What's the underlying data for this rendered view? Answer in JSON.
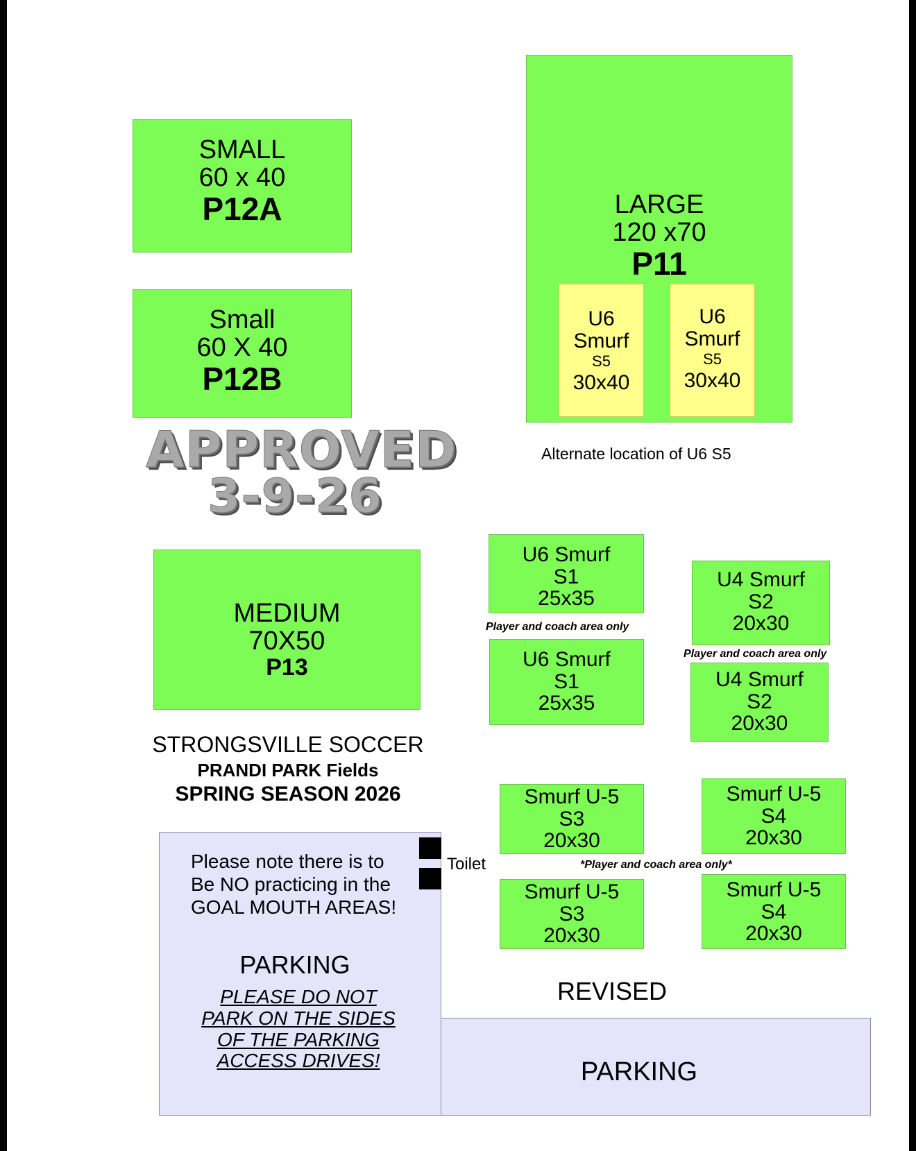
{
  "fields": {
    "p12a": {
      "size_name": "SMALL",
      "dimensions": "60 x 40",
      "code": "P12A"
    },
    "p12b": {
      "size_name": "Small",
      "dimensions": "60 X 40",
      "code": "P12B"
    },
    "p11": {
      "size_name": "LARGE",
      "dimensions": "120 x70",
      "code": "P11"
    },
    "p13": {
      "size_name": "MEDIUM",
      "dimensions": "70X50",
      "code": "P13"
    }
  },
  "u6_s5": [
    {
      "age": "U6",
      "name": "Smurf",
      "code": "S5",
      "dimensions": "30x40"
    },
    {
      "age": "U6",
      "name": "Smurf",
      "code": "S5",
      "dimensions": "30x40"
    }
  ],
  "alternate_note": "Alternate location of U6 S5",
  "stamp": {
    "word": "APPROVED",
    "date": "3-9-26"
  },
  "small_fields": {
    "s1_top": {
      "title": "U6 Smurf",
      "code": "S1",
      "dimensions": "25x35"
    },
    "s1_bottom": {
      "title": "U6 Smurf",
      "code": "S1",
      "dimensions": "25x35"
    },
    "s2_top": {
      "title": "U4 Smurf",
      "code": "S2",
      "dimensions": "20x30"
    },
    "s2_bottom": {
      "title": "U4 Smurf",
      "code": "S2",
      "dimensions": "20x30"
    },
    "s3_top": {
      "title": "Smurf U-5",
      "code": "S3",
      "dimensions": "20x30"
    },
    "s3_bottom": {
      "title": "Smurf U-5",
      "code": "S3",
      "dimensions": "20x30"
    },
    "s4_top": {
      "title": "Smurf U-5",
      "code": "S4",
      "dimensions": "20x30"
    },
    "s4_bottom": {
      "title": "Smurf U-5",
      "code": "S4",
      "dimensions": "20x30"
    }
  },
  "area_notes": {
    "s1": "Player and coach area only",
    "s2": "Player and coach area only",
    "s3_s4": "*Player and coach area only*"
  },
  "title_block": {
    "org": "STRONGSVILLE SOCCER",
    "park": "PRANDI PARK Fields",
    "season": "SPRING SEASON 2026"
  },
  "toilet_label": "Toilet",
  "parking_left": {
    "notice": [
      "Please note there is to",
      "Be NO practicing in the",
      "GOAL MOUTH AREAS!"
    ],
    "label": "PARKING",
    "warning": [
      "PLEASE DO NOT ",
      "PARK ON THE SIDES ",
      "OF THE PARKING ",
      "ACCESS DRIVES!"
    ]
  },
  "parking_bottom": {
    "label": "PARKING"
  },
  "revised_label": "REVISED",
  "colors": {
    "field": "#7dfc56",
    "subfield": "#ffff8c",
    "parking": "#e4e4fb"
  }
}
